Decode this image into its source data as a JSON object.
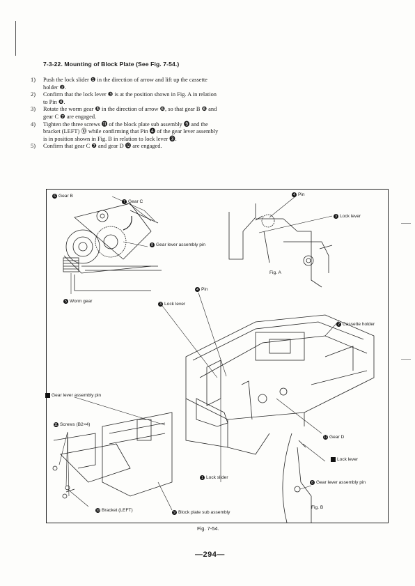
{
  "heading": "7-3-22.  Mounting of Block Plate (See Fig. 7-54.)",
  "steps": [
    {
      "num": "1)",
      "text": "Push the lock slider ❶ in the direction of arrow and lift up the cassette holder ❷."
    },
    {
      "num": "2)",
      "text": "Confirm that the lock lever ❸ is at the position shown in Fig. A in relation to Pin ❹."
    },
    {
      "num": "3)",
      "text": "Rotate the worm gear ❺ in the direction of arrow ❻, so that gear B ❻ and gear C ❼ are engaged."
    },
    {
      "num": "4)",
      "text": "Tighten the three screws ⓫ of the block plate sub assembly ❾ and the bracket (LEFT) ⓾ while confirming that Pin ❹ of the gear lever assembly is in position shown in Fig. B in relation to lock lever ❸."
    },
    {
      "num": "5)",
      "text": "Confirm that gear C ❼ and gear D ⓬ are engaged."
    }
  ],
  "labels": {
    "gear_b": "Gear B",
    "gear_c": "Gear C",
    "gear_lever_pin_top": "Gear lever assembly pin",
    "worm_gear": "Worm gear",
    "pin_a": "Pin",
    "lock_lever_a": "Lock lever",
    "fig_a": "Fig. A",
    "pin_mid": "Pin",
    "lock_lever_mid": "Lock lever",
    "cassette_holder": "Cassette holder",
    "gear_lever_pin_left": "Gear lever assembly pin",
    "screws": "Screws (B2×4)",
    "gear_d": "Gear D",
    "lock_lever_b": "Lock lever",
    "gear_lever_pin_b": "Gear lever assembly pin",
    "lock_slider": "Lock slider",
    "bracket_left": "Bracket (LEFT)",
    "block_plate": "Block plate sub assembly",
    "fig_b": "Fig. B"
  },
  "markers": {
    "gear_b": "6",
    "gear_c": "7",
    "gear_lever_pin_top": "8",
    "worm_gear": "5",
    "pin_a": "4",
    "lock_lever_a": "3",
    "pin_mid": "4",
    "lock_lever_mid": "3",
    "cassette_holder": "2",
    "screws": "11",
    "gear_d": "12",
    "gear_lever_pin_b": "8",
    "lock_slider": "1",
    "bracket_left": "10",
    "block_plate": "9"
  },
  "caption": "Fig. 7-54.",
  "page_number": "—294—"
}
